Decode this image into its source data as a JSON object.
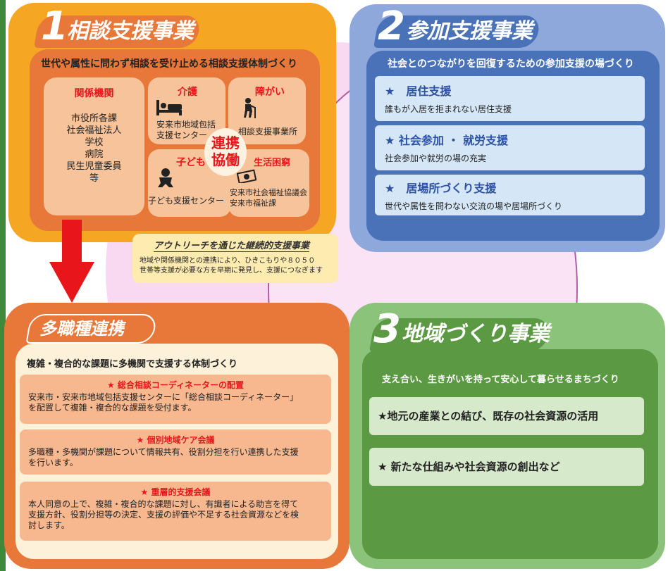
{
  "s1": {
    "num": "1",
    "title": "相談支援事業",
    "subtitle": "世代や属性に問わず相談を受け止める相談支援体制づくり",
    "kankei": {
      "title": "関係機関",
      "items": [
        "市役所各課",
        "社会福祉法人",
        "学校",
        "病院",
        "民生児童委員",
        "等"
      ]
    },
    "kaigo": {
      "title": "介護",
      "lines": [
        "安来市地域包括",
        "支援センター"
      ]
    },
    "shogai": {
      "title": "障がい",
      "text": "相談支援事業所"
    },
    "kodomo": {
      "title": "子ども",
      "text": "子ども支援センター"
    },
    "seikatsu": {
      "title": "生活困窮",
      "lines": [
        "安来市社会福祉協議会",
        "安来市福祉課"
      ]
    },
    "renkei": [
      "連携",
      "協働"
    ]
  },
  "outreach": {
    "title": "アウトリーチを通じた継続的支援事業",
    "lines": [
      "地域や関係機関との連携により、ひきこもりや８０５０",
      "世帯等支援が必要な方を早期に発見し、支援につなぎます"
    ]
  },
  "s2": {
    "num": "2",
    "title": "参加支援事業",
    "subtitle": "社会とのつながりを回復するための参加支援の場づくり",
    "items": [
      {
        "title": "★　居住支援",
        "desc": "誰もが入居を拒まれない居住支援"
      },
      {
        "title": "★ 社会参加 ・ 就労支援",
        "desc": "社会参加や就労の場の充実"
      },
      {
        "title": "★　居場所づくり支援",
        "desc": "世代や属性を問わない交流の場や居場所づくり"
      }
    ]
  },
  "multi": {
    "title": "多職種連携",
    "subtitle": "複雑・複合的な課題に多機関で支援する体制づくり",
    "items": [
      {
        "title": "★ 総合相談コーディネーターの配置",
        "lines": [
          "安来市・安来市地域包括支援センターに「総合相談コーディネーター」",
          "を配置して複雑・複合的な課題を受付ます。"
        ]
      },
      {
        "title": "★ 個別地域ケア会議",
        "lines": [
          "多職種・多機関が課題について情報共有、役割分担を行い連携した支援",
          "を行います。"
        ]
      },
      {
        "title": "★ 重層的支援会議",
        "lines": [
          "本人同意の上で、複雑・複合的な課題に対し、有識者による助言を得て",
          "支援方針、役割分担等の決定、支援の評価や不足する社会資源などを検",
          "討します。"
        ]
      }
    ]
  },
  "s3": {
    "num": "3",
    "title": "地域づくり事業",
    "subtitle": "支え合い、生きがいを持って安心して暮らせるまちづくり",
    "items": [
      "★地元の産業との結び、既存の社会資源の活用",
      "★ 新たな仕組みや社会資源の創出など"
    ]
  },
  "colors": {
    "orange_frame": "#F5A623",
    "orange_inner": "#E8783A",
    "blue_frame": "#8FA8DC",
    "blue_inner": "#4A72B8",
    "green_frame": "#8CC37A",
    "green_inner": "#5B9A43",
    "red_arrow": "#E8151B",
    "star_red": "#E8151B"
  }
}
